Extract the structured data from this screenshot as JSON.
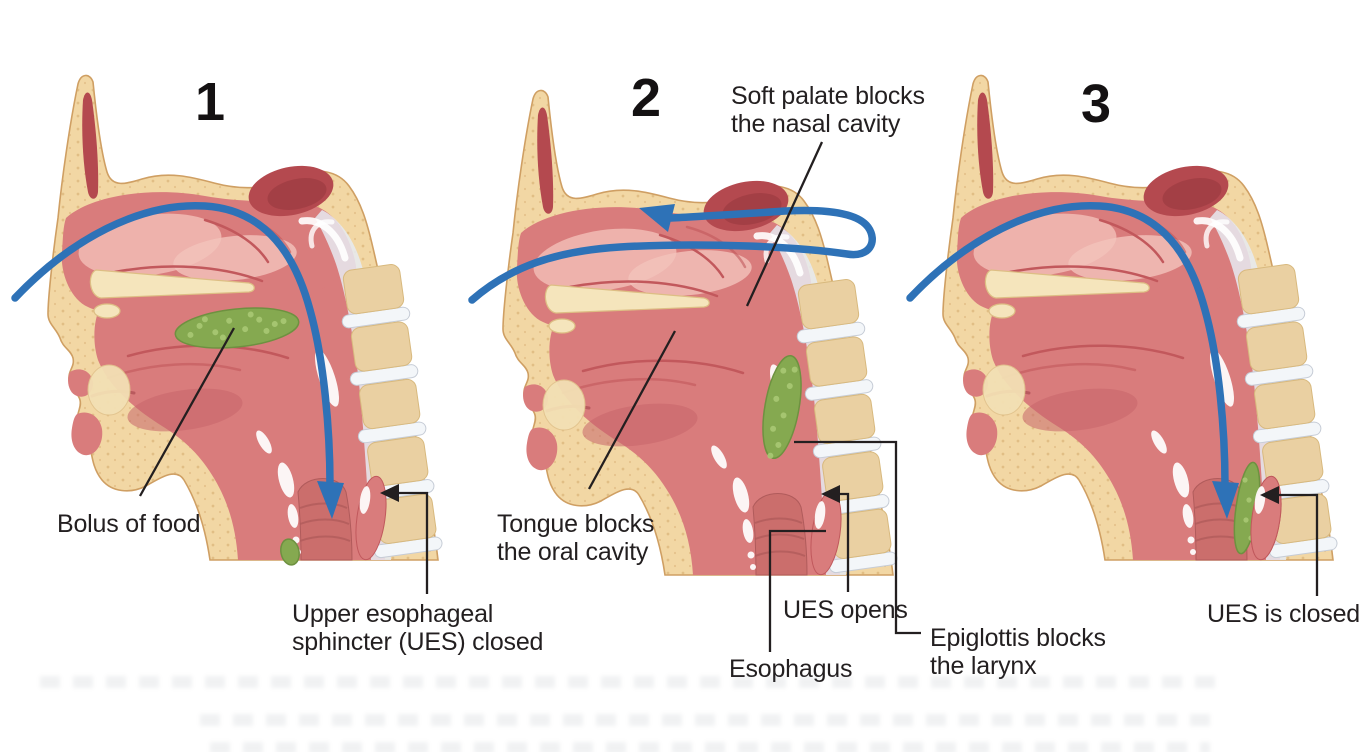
{
  "colors": {
    "arrow_blue": "#2e72b7",
    "bolus_green": "#85a950",
    "tissue_red": "#d97c7c",
    "tissue_dark_red": "#b4494f",
    "bone_beige": "#f2d7a4",
    "palate_beige": "#f5e5bc",
    "vertebra_tan": "#ead0a2",
    "disc_white": "#f3f6f9",
    "label_color": "#231f20"
  },
  "panels": [
    {
      "number": "1",
      "labels": {
        "bolus_of_food": "Bolus of food",
        "ues_closed": "Upper esophageal\nsphincter (UES) closed"
      }
    },
    {
      "number": "2",
      "labels": {
        "soft_palate": "Soft palate blocks\nthe nasal cavity",
        "tongue": "Tongue blocks\nthe oral cavity",
        "ues_opens": "UES opens",
        "esophagus": "Esophagus",
        "epiglottis": "Epiglottis blocks\nthe larynx"
      }
    },
    {
      "number": "3",
      "labels": {
        "ues_is_closed": "UES is closed"
      }
    }
  ]
}
